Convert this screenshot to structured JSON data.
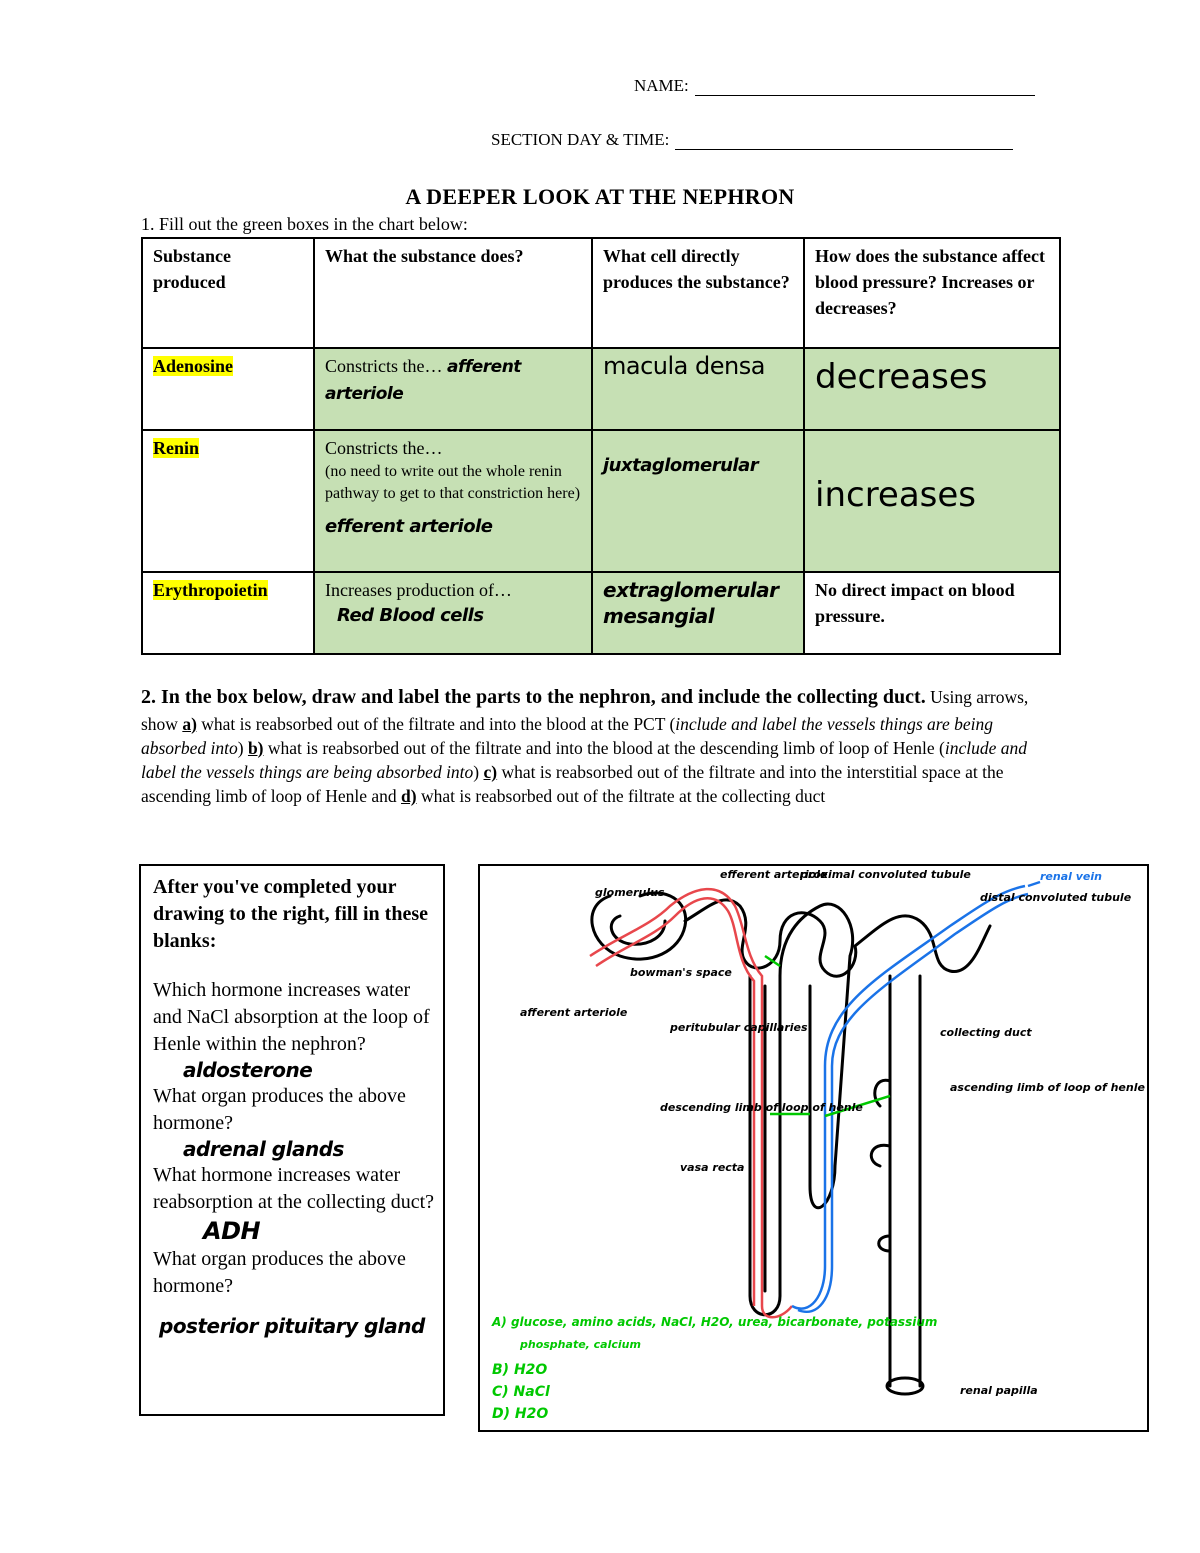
{
  "header": {
    "name_label": "NAME:",
    "section_label": "SECTION DAY & TIME:"
  },
  "title": "A DEEPER LOOK AT THE NEPHRON",
  "q1": {
    "prompt": "1. Fill out the green boxes in the chart below:",
    "columns": [
      "Substance produced",
      "What the substance does?",
      "What cell directly produces the substance?",
      "How does the substance affect blood pressure? Increases or decreases?"
    ],
    "rows": [
      {
        "substance": "Adenosine",
        "does_prefix": "Constricts the…",
        "does_answer": "afferent arteriole",
        "cell": "macula densa",
        "bp": "decreases"
      },
      {
        "substance": "Renin",
        "does_prefix": "Constricts the…",
        "does_note": "(no need to write out the whole renin pathway to get to that constriction here)",
        "does_answer": "efferent arteriole",
        "cell": "juxtaglomerular",
        "bp": "increases"
      },
      {
        "substance": "Erythropoietin",
        "does_prefix": "Increases production of…",
        "does_answer": "Red Blood cells",
        "cell": "extraglomerular mesangial",
        "bp": "No direct impact on blood pressure."
      }
    ]
  },
  "q2": {
    "bold": "2. In the box below, draw and label the parts to the nephron, and include the collecting duct.",
    "t1": " Using arrows, show ",
    "a": "a)",
    "t2": " what is reabsorbed out of the filtrate and into the blood at the PCT (",
    "i1": "include and label the vessels things are being absorbed into",
    "t3": ") ",
    "b": "b)",
    "t4": " what is reabsorbed out of the filtrate and into the blood at the descending limb of loop of Henle (",
    "i2": "include and label the vessels things are being absorbed into",
    "t5": ") ",
    "c": "c)",
    "t6": " what is reabsorbed out of the filtrate and into the interstitial space at the ascending limb of loop of Henle and ",
    "d": "d)",
    "t7": " what is reabsorbed out of the filtrate at the collecting duct"
  },
  "sidebox": {
    "lead": "After you've completed your drawing to the right, fill in these blanks:",
    "q_a": "Which hormone increases water and NaCl absorption at the loop of Henle within the nephron?",
    "a_a": "aldosterone",
    "q_b": "What organ produces the above hormone?",
    "a_b": "adrenal glands",
    "q_c": "What hormone increases water reabsorption at the collecting duct?",
    "a_c": "ADH",
    "q_d": "What organ produces the above hormone?",
    "a_d": "posterior pituitary gland"
  },
  "drawing": {
    "labels": {
      "glomerulus": "glomerulus",
      "afferent": "afferent arteriole",
      "efferent": "efferent arteriole",
      "bowman": "bowman's space",
      "pct": "proximal convoluted tubule",
      "dct": "distal convoluted tubule",
      "renal_vein": "renal vein",
      "peritubular": "peritubular capillaries",
      "collecting": "collecting duct",
      "desc_limb": "descending limb of loop of henle",
      "asc_limb": "ascending limb of loop of henle",
      "vasa_recta": "vasa recta",
      "renal_papilla": "renal papilla"
    },
    "answers": {
      "a": "A) glucose, amino acids, NaCl, H2O, urea, bicarbonate, potassium",
      "a2": "phosphate, calcium",
      "b": "B) H2O",
      "c": "C) NaCl",
      "d": "D) H2O"
    },
    "colors": {
      "artery": "#e8474c",
      "vein": "#1a73e8",
      "answer": "#00c800",
      "cell_fill": "#c6e0b4",
      "highlight": "#ffff00"
    }
  }
}
